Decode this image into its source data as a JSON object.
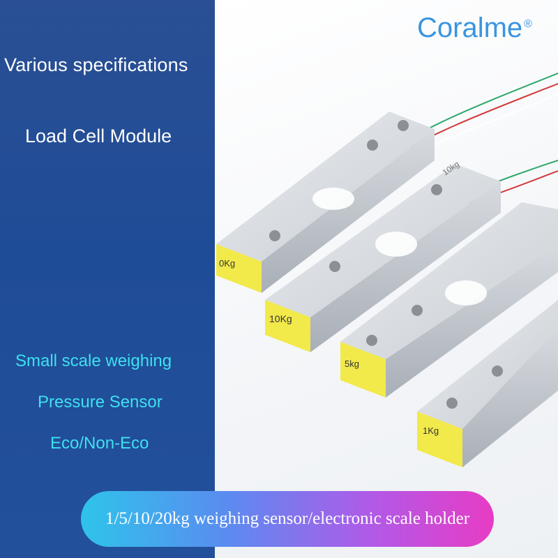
{
  "headings": {
    "various": "Various specifications",
    "module": "Load Cell Module"
  },
  "features": {
    "line1": "Small scale weighing",
    "line2": "Pressure Sensor",
    "line3": "Eco/Non-Eco"
  },
  "brand": {
    "name": "Coralme",
    "mark": "®"
  },
  "banner": {
    "text": "1/5/10/20kg weighing sensor/electronic scale holder"
  },
  "labels": {
    "cell1": "0Kg",
    "cell2": "10Kg",
    "cell3": "5kg",
    "cell4": "1Kg",
    "engraved": "10kg"
  },
  "colors": {
    "panel": "#2a4f93",
    "feature_text": "#3ee0f0",
    "brand": "#3a95e0"
  }
}
